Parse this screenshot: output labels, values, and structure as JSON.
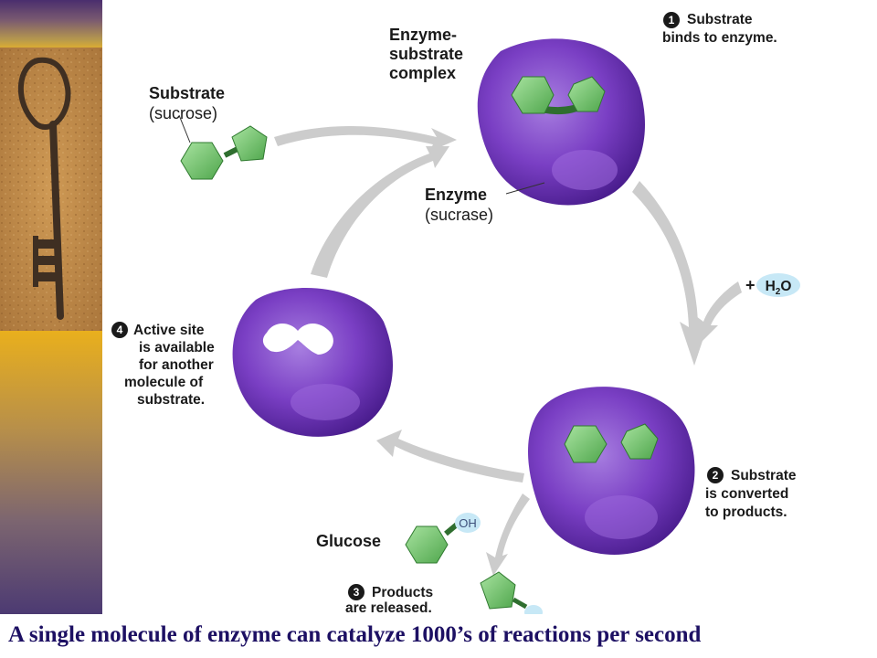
{
  "caption": "A single molecule of enzyme can catalyze 1000’s of reactions per second",
  "labels": {
    "complex_line1": "Enzyme-",
    "complex_line2": "substrate",
    "complex_line3": "complex",
    "substrate_line1": "Substrate",
    "substrate_line2": "(sucrose)",
    "enzyme_line1": "Enzyme",
    "enzyme_line2": "(sucrase)",
    "glucose": "Glucose",
    "plus": "+",
    "water": "H",
    "water_sub": "2",
    "water_o": "O",
    "oh": "OH"
  },
  "steps": [
    {
      "number": "1",
      "line1": "Substrate",
      "line2": "binds to enzyme.",
      "line3": "",
      "line4": "",
      "line5": ""
    },
    {
      "number": "2",
      "line1": "Substrate",
      "line2": "is converted",
      "line3": "to products.",
      "line4": "",
      "line5": ""
    },
    {
      "number": "3",
      "line1": "Products",
      "line2": "are released.",
      "line3": "",
      "line4": "",
      "line5": ""
    },
    {
      "number": "4",
      "line1": "Active site",
      "line2": "is available",
      "line3": "for another",
      "line4": "molecule of",
      "line5": "substrate."
    }
  ],
  "colors": {
    "enzyme": "#7a3fc4",
    "substrate": "#6fc26f",
    "arrow": "#cccccc",
    "caption": "#1d1063"
  }
}
